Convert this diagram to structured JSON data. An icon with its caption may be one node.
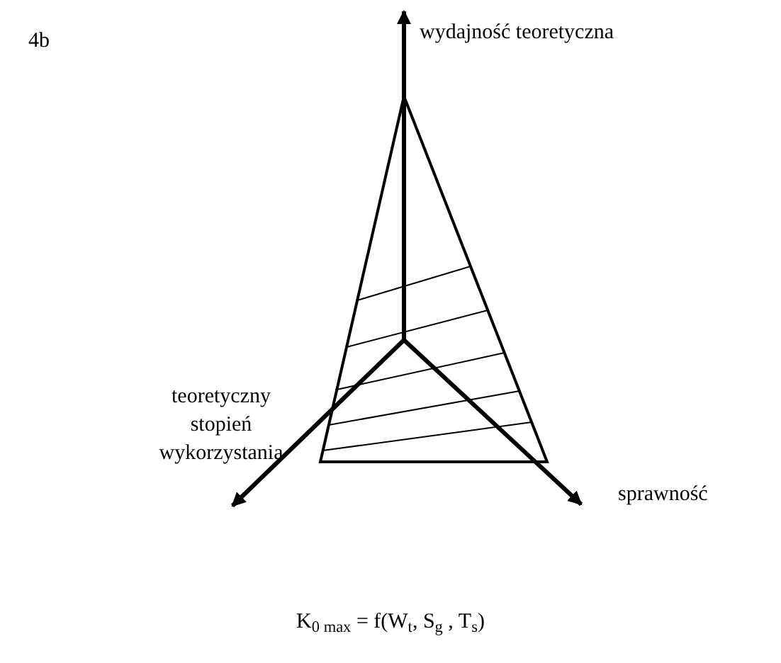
{
  "diagram": {
    "caption": "K$_{0 max}$ = f(W$_{t}$, S$_{g}$ , T$_{s}$)",
    "labels": [
      "4b",
      "wydajność teoretyczna",
      "teoretyczny stopień wykorzystania",
      "sprawność"
    ]
  }
}
